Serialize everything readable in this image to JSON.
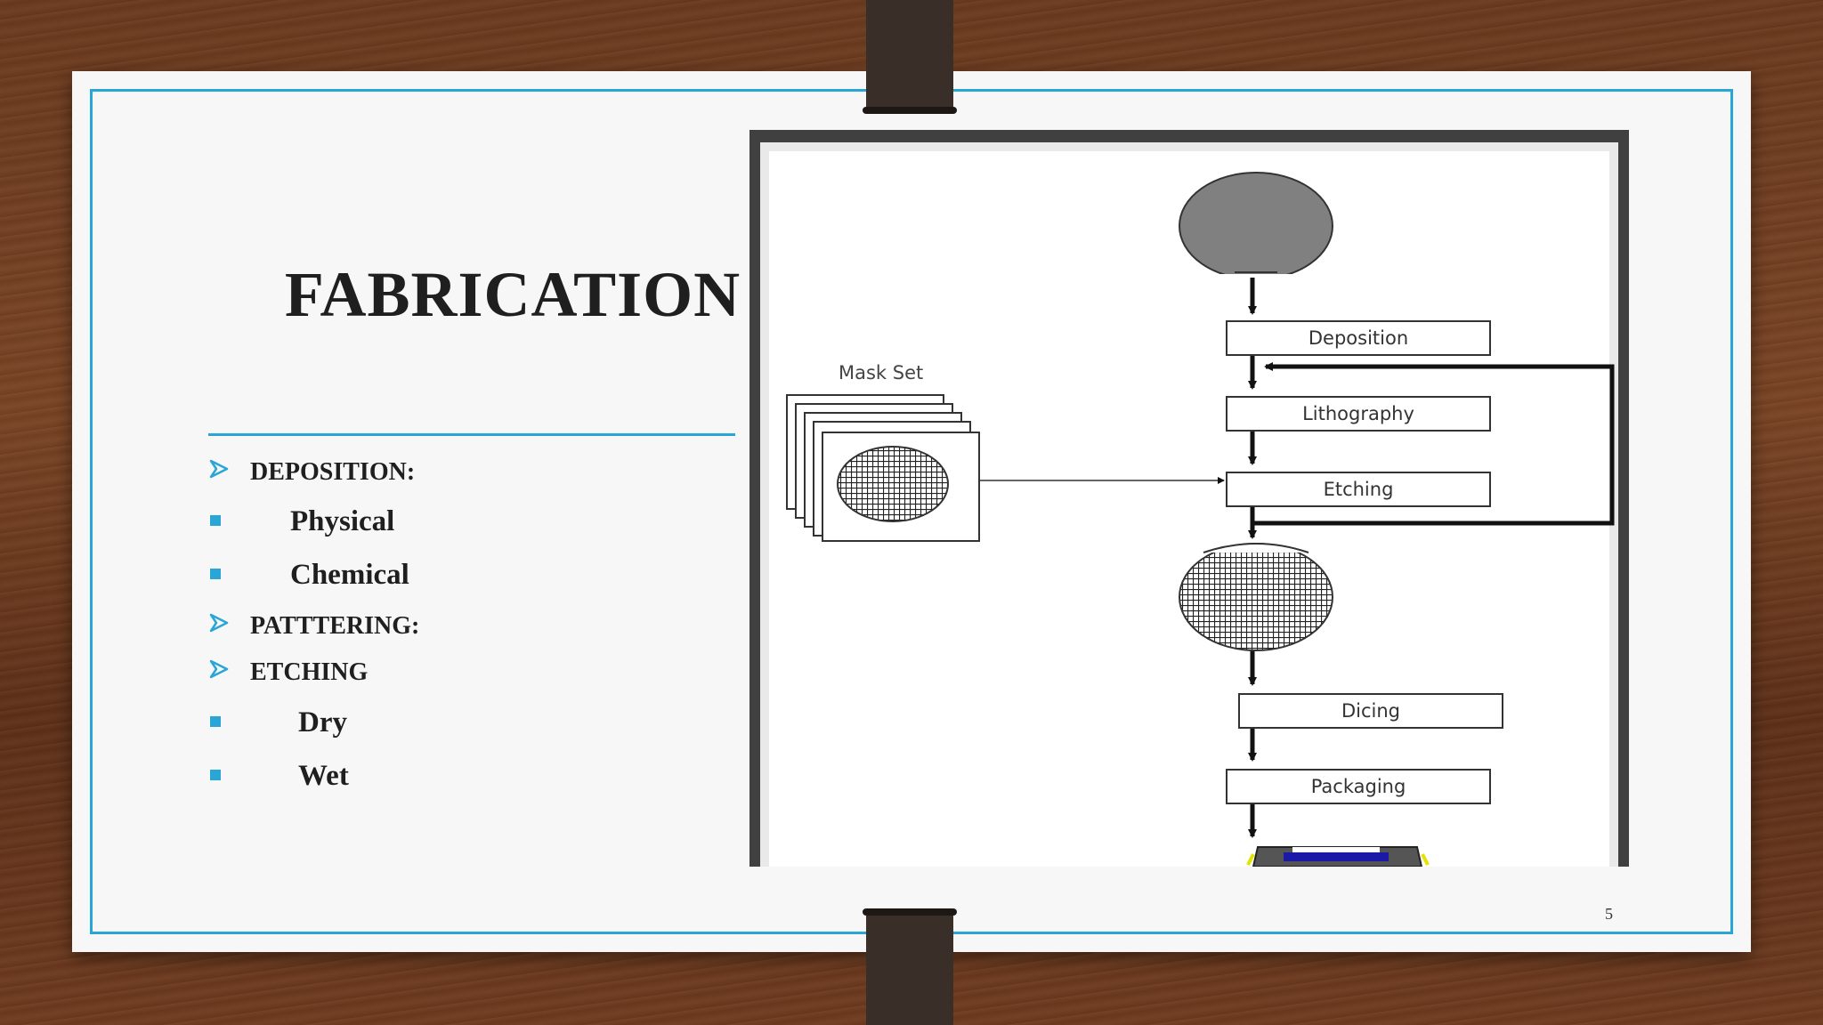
{
  "slide": {
    "title": "FABRICATION",
    "page_number": "5",
    "bullets": [
      {
        "level": "head",
        "text": "DEPOSITION:"
      },
      {
        "level": "sub",
        "text": "Physical"
      },
      {
        "level": "sub",
        "text": "Chemical"
      },
      {
        "level": "head",
        "text": "PATTTERING:"
      },
      {
        "level": "head",
        "text": "ETCHING"
      },
      {
        "level": "sub",
        "text": "Dry"
      },
      {
        "level": "sub",
        "text": "Wet"
      }
    ]
  },
  "diagram": {
    "mask_label": "Mask Set",
    "steps": [
      "Deposition",
      "Lithography",
      "Etching",
      "Dicing",
      "Packaging"
    ]
  },
  "colors": {
    "accent": "#2aa6d6",
    "wafer": "#808080",
    "text": "#1f1f1f"
  }
}
